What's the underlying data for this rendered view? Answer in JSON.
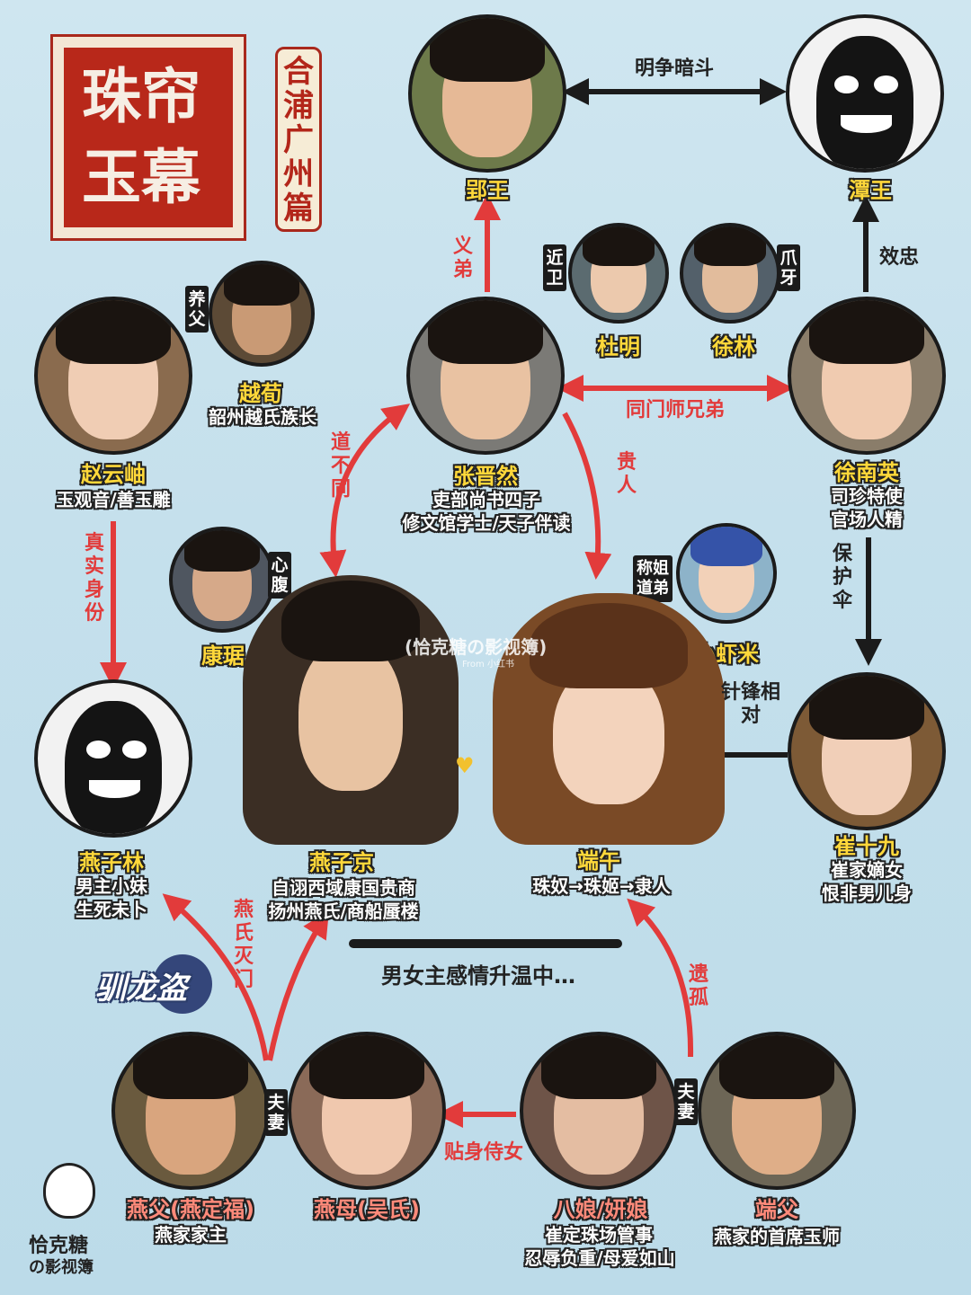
{
  "title": {
    "main_line1": "珠帘",
    "main_line2": "玉幕",
    "subtitle": "合浦广州篇"
  },
  "characters": {
    "yingwang": {
      "name": "郢王"
    },
    "tanwang": {
      "name": "潭王"
    },
    "yueyun": {
      "name": "赵云岫",
      "desc": "玉观音/善玉雕"
    },
    "yuegou": {
      "name": "越荀",
      "desc": "韶州越氏族长",
      "tag": "养父"
    },
    "zhangjinran": {
      "name": "张晋然",
      "desc1": "吏部尚书四子",
      "desc2": "修文馆学士/天子伴读"
    },
    "duming": {
      "name": "杜明",
      "tag": "近卫"
    },
    "xulin": {
      "name": "徐林",
      "tag": "爪牙"
    },
    "xunanying": {
      "name": "徐南英",
      "desc1": "司珍特使",
      "desc2": "官场人精"
    },
    "kangju": {
      "name": "康琚",
      "tag": "心腹"
    },
    "xiaoxiami": {
      "name": "小虾米",
      "tag": "称姐道弟"
    },
    "yanzilin": {
      "name": "燕子林",
      "desc1": "男主小妹",
      "desc2": "生死未卜"
    },
    "yanzijing": {
      "name": "燕子京",
      "desc1": "自诩西域康国贵商",
      "desc2": "扬州燕氏/商船蜃楼"
    },
    "duanwu": {
      "name": "端午",
      "desc": "珠奴→珠姬→隶人"
    },
    "cuishijiu": {
      "name": "崔十九",
      "desc1": "崔家嫡女",
      "desc2": "恨非男儿身"
    },
    "yanfu": {
      "name": "燕父(燕定福)",
      "desc": "燕家家主"
    },
    "yanmu": {
      "name": "燕母(吴氏)"
    },
    "baniang": {
      "name": "八娘/妍娘",
      "desc1": "崔定珠场管事",
      "desc2": "忍辱负重/母爱如山"
    },
    "duanfu": {
      "name": "端父",
      "desc": "燕家的首席玉师"
    }
  },
  "relations": {
    "mingzheng": "明争暗斗",
    "yidi": "义弟",
    "xiaozhong": "效忠",
    "tongmen": "同门师兄弟",
    "daobutong": "道不同",
    "guiren": "贵人",
    "zhenshi": "真实身份",
    "baohusan": "保护伞",
    "zhenfeng": "针锋相对",
    "yanshi": "燕氏灭门",
    "yigu": "遗孤",
    "tieshen": "贴身侍女",
    "fuqi1": "夫妻",
    "fuqi2": "夫妻"
  },
  "caption": "男女主感情升温中…",
  "watermark": "(恰克糖の影视簿)",
  "watermark_small": "From 小红书",
  "badge": "驯龙盗",
  "logo": {
    "line1": "恰克糖",
    "line2": "の影视簿"
  },
  "colors": {
    "arrow_red": "#e23b3b",
    "arrow_dark": "#1b1b1b",
    "name_yellow": "#ffd83a",
    "seal_red": "#b8281a"
  }
}
